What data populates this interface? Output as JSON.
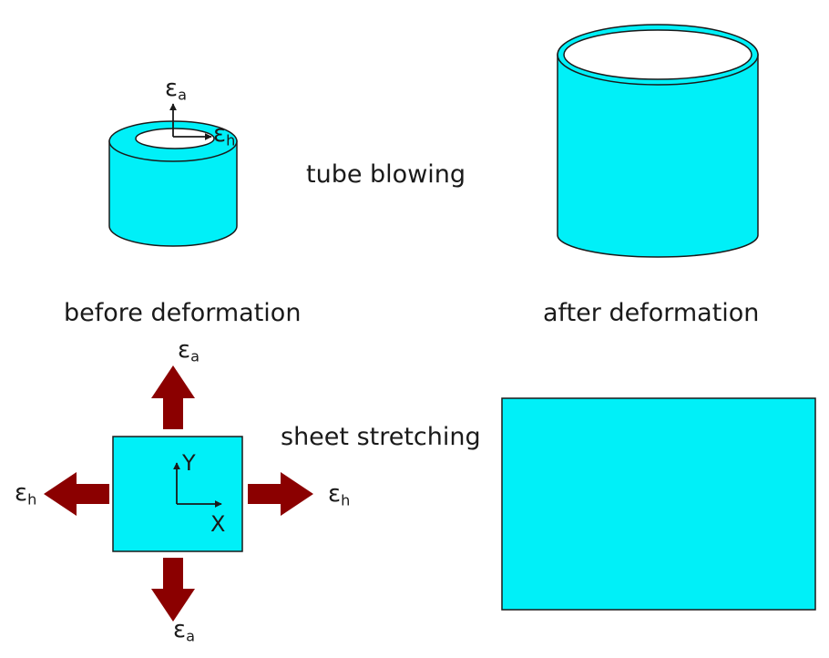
{
  "colors": {
    "cyan": "#00f0f8",
    "outline": "#1a1a1a",
    "arrow": "#8b0000",
    "background": "#ffffff"
  },
  "labels": {
    "tube_blowing": "tube blowing",
    "before_deformation": "before deformation",
    "after_deformation": "after deformation",
    "sheet_stretching": "sheet stretching"
  },
  "symbols": {
    "epsilon": "ε",
    "axial_sub": "a",
    "hoop_sub": "h",
    "axis_y": "Y",
    "axis_x": "X"
  }
}
